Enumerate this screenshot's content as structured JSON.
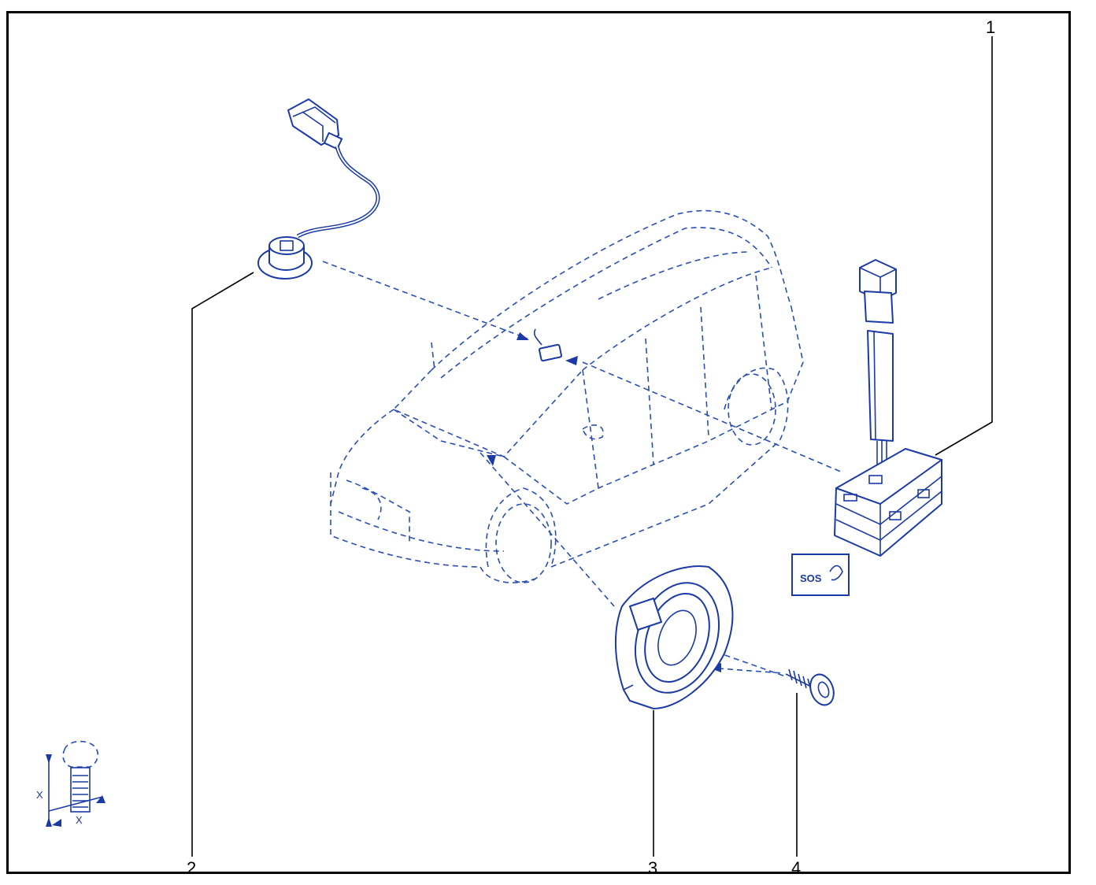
{
  "colors": {
    "line": "#1b3aa6",
    "dashed": "#2a4fb5",
    "frame": "#000000",
    "background": "#ffffff"
  },
  "callouts": [
    {
      "id": "1",
      "label": "1"
    },
    {
      "id": "2",
      "label": "2"
    },
    {
      "id": "3",
      "label": "3"
    },
    {
      "id": "4",
      "label": "4"
    }
  ],
  "sos_label": "SOS",
  "dimension_label": "X",
  "dimension_label_2": "X",
  "icons": [
    "car-outline-icon",
    "control-module-icon",
    "microphone-icon",
    "speaker-icon",
    "screw-icon",
    "sos-button-icon",
    "bolt-dimension-icon"
  ]
}
